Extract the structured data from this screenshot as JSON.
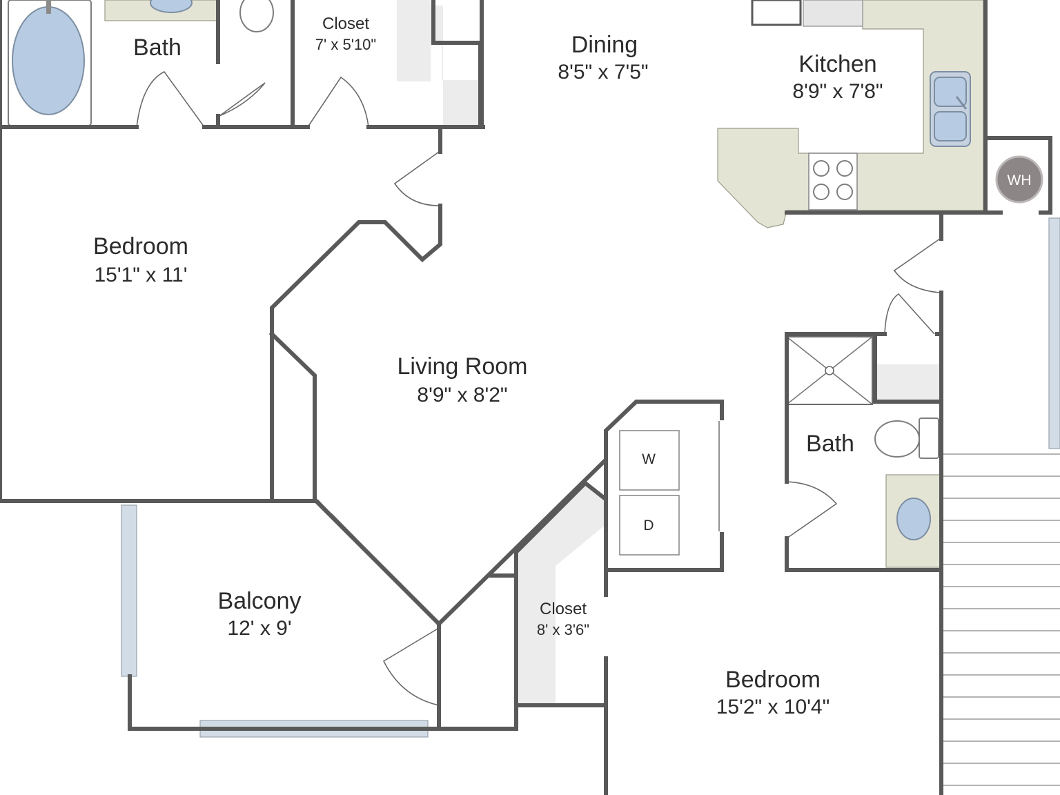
{
  "rooms": {
    "bath_top": {
      "name": "Bath"
    },
    "closet_top": {
      "name": "Closet",
      "dims": "7' x 5'10\""
    },
    "dining": {
      "name": "Dining",
      "dims": "8'5\" x 7'5\""
    },
    "kitchen": {
      "name": "Kitchen",
      "dims": "8'9\" x 7'8\""
    },
    "bedroom_left": {
      "name": "Bedroom",
      "dims": "15'1\" x 11'"
    },
    "living": {
      "name": "Living Room",
      "dims": "8'9\" x 8'2\""
    },
    "bath_right": {
      "name": "Bath"
    },
    "balcony": {
      "name": "Balcony",
      "dims": "12' x 9'"
    },
    "closet_bottom": {
      "name": "Closet",
      "dims": "8' x 3'6\""
    },
    "bedroom_right": {
      "name": "Bedroom",
      "dims": "15'2\" x 10'4\""
    }
  },
  "appliances": {
    "water_heater": "WH",
    "washer": "W",
    "dryer": "D"
  },
  "colors": {
    "wall": "#595959",
    "counter": "#e4e4d4",
    "glass": "#d2dce6",
    "fixture": "#b7cce2",
    "closet_shelf": "#ececec"
  }
}
